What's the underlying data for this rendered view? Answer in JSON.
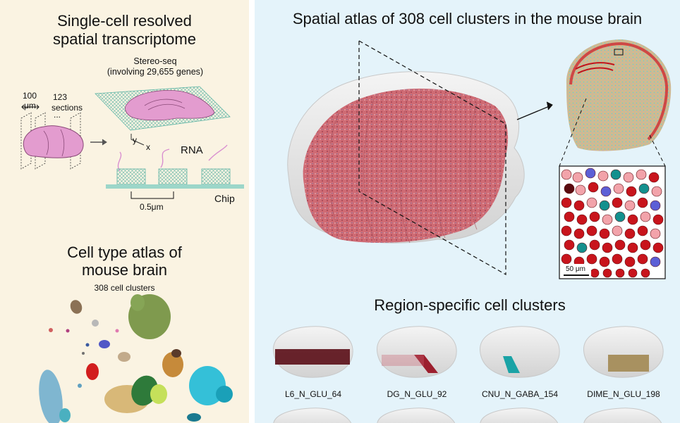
{
  "left_panel": {
    "title_line1": "Single-cell resolved",
    "title_line2": "spatial transcriptome",
    "method_line1": "Stereo-seq",
    "method_line2": "(involving 29,655 genes)",
    "spacing_value": "100",
    "spacing_unit": "μm",
    "sections_count": "123",
    "sections_label": "sections",
    "sections_ellipsis": "...",
    "axis_y": "y",
    "axis_x": "x",
    "rna_label": "RNA",
    "chip_label": "Chip",
    "pitch_label": "0.5μm",
    "atlas_title_line1": "Cell type atlas of",
    "atlas_title_line2": "mouse brain",
    "clusters_label": "308 cell clusters",
    "colors": {
      "panel_bg": "#faf3e2",
      "brain_pink": "#e39ccf",
      "chip_teal": "#7fc8b8"
    }
  },
  "right_panel": {
    "title": "Spatial atlas of 308 cell clusters in the mouse brain",
    "scale_bar_label": "50 μm",
    "region_title": "Region-specific cell clusters",
    "clusters": [
      {
        "name": "L6_N_GLU_64",
        "color": "#5a0d16"
      },
      {
        "name": "DG_N_GLU_92",
        "color": "#9c1f2e"
      },
      {
        "name": "CNU_N_GABA_154",
        "color": "#1aa3a6"
      },
      {
        "name": "DIME_N_GLU_198",
        "color": "#a89160"
      }
    ],
    "colors": {
      "panel_bg": "#e4f3fa",
      "cell_red": "#c8141c",
      "cell_pink": "#f2a3aa",
      "cell_teal": "#14908e",
      "cell_blue": "#5c5fd6"
    }
  }
}
